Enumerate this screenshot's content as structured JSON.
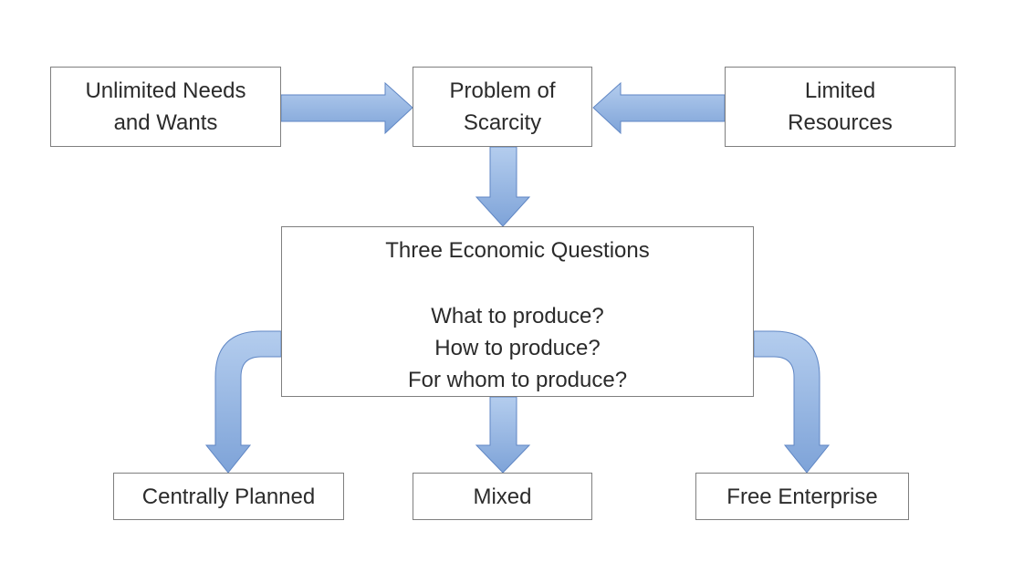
{
  "diagram": {
    "needs": {
      "line1": "Unlimited Needs",
      "line2": "and Wants"
    },
    "scarcity": {
      "line1": "Problem of",
      "line2": "Scarcity"
    },
    "resources": {
      "line1": "Limited",
      "line2": "Resources"
    },
    "questions": {
      "title": "Three Economic Questions",
      "items": [
        "What to produce?",
        "How to produce?",
        "For whom to produce?"
      ]
    },
    "systems": {
      "central": "Centrally Planned",
      "mixed": "Mixed",
      "free": "Free Enterprise"
    },
    "colors": {
      "arrow_light": "#aac6ea",
      "arrow_dark": "#6f97d2",
      "box_border": "#7f7f7f",
      "text": "#2b2b2b"
    }
  }
}
